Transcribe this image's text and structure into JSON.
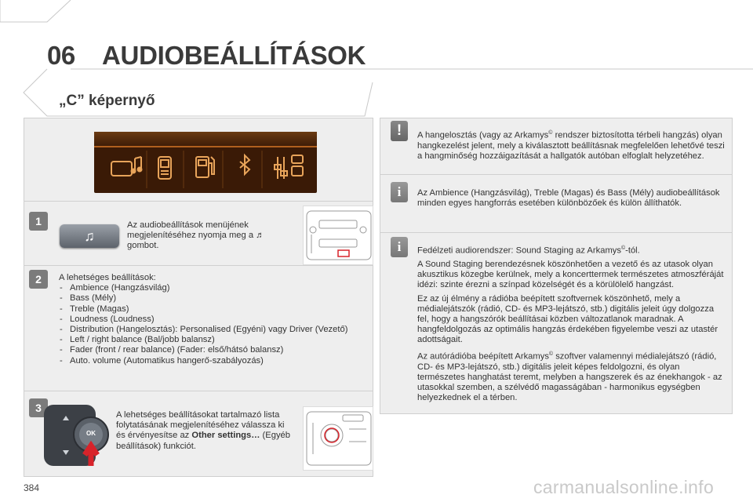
{
  "header": {
    "chapter": "06",
    "title": "AUDIOBEÁLLÍTÁSOK",
    "subtitle": "„C” képernyő"
  },
  "screen_icons": [
    "audio-music-icon",
    "phone-icon",
    "fuel-pump-icon",
    "bluetooth-icon",
    "settings-sliders-icon"
  ],
  "step1": {
    "number": "1",
    "button_symbol": "♫",
    "text": "Az audiobeállítások menüjének megjelenítéséhez nyomja meg a ♬ gombot."
  },
  "step2": {
    "number": "2",
    "intro": "A lehetséges beállítások:",
    "options": [
      "Ambience (Hangzásvilág)",
      "Bass (Mély)",
      "Treble (Magas)",
      "Loudness (Loudness)",
      "Distribution (Hangelosztás): Personalised (Egyéni) vagy Driver (Vezető)",
      "Left / right balance (Bal/jobb balansz)",
      "Fader (front / rear balance) (Fader: első/hátsó balansz)",
      "Auto. volume (Automatikus hangerő-szabályozás)"
    ]
  },
  "step3": {
    "number": "3",
    "ok_label": "OK",
    "text_a": "A lehetséges beállításokat tartalmazó lista folytatásának megjelenítéséhez válassza ki és érvényesítse az",
    "text_bold": "Other settings…",
    "text_b": "(Egyéb beállítások) funkciót."
  },
  "notes": {
    "warning": {
      "symbol": "!",
      "text_a": "A hangelosztás (vagy az Arkamys",
      "sup": "©",
      "text_b": "rendszer biztosította térbeli hangzás) olyan hangkezelést jelent, mely a kiválasztott beállításnak megfelelően lehetővé teszi a hangminőség hozzáigazítását a hallgatók autóban elfoglalt helyzetéhez."
    },
    "info1": {
      "symbol": "i",
      "text": "Az Ambience (Hangzásvilág), Treble (Magas) és Bass (Mély) audiobeállítások minden egyes hangforrás esetében különbözőek és külön állíthatók."
    },
    "info2": {
      "symbol": "i",
      "p1_a": "Fedélzeti audiorendszer: Sound Staging az Arkamys",
      "p1_sup": "©",
      "p1_b": "-tól.",
      "p2": "A Sound Staging berendezésnek köszönhetően a vezető és az utasok olyan akusztikus közegbe kerülnek, mely a koncerttermek természetes atmoszféráját idézi: szinte érezni a színpad közelségét és a körülölelő hangzást.",
      "p3": "Ez az új élmény a rádióba beépített szoftvernek köszönhető, mely a médialejátszók (rádió, CD- és MP3-lejátszó, stb.) digitális jeleit úgy dolgozza fel, hogy a hangszórók beállításai közben változatlanok maradnak. A hangfeldolgozás az optimális hangzás érdekében figyelembe veszi az utastér adottságait.",
      "p4_a": "Az autórádióba beépített Arkamys",
      "p4_sup": "©",
      "p4_b": "szoftver valamennyi médialejátszó (rádió, CD- és MP3-lejátszó, stb.) digitális jeleit képes feldolgozni, és olyan természetes hanghatást teremt, melyben a hangszerek és az énekhangok - az utasokkal szemben, a szélvédő magasságában - harmonikus egységben helyezkednek el a térben."
    }
  },
  "page_number": "384",
  "footer": "carmanualsonline.info",
  "colors": {
    "screen_bg": "#3a1a06",
    "screen_icon": "#e8a45a",
    "accent_red": "#d8232a",
    "panel_bg": "#eeeeee"
  }
}
